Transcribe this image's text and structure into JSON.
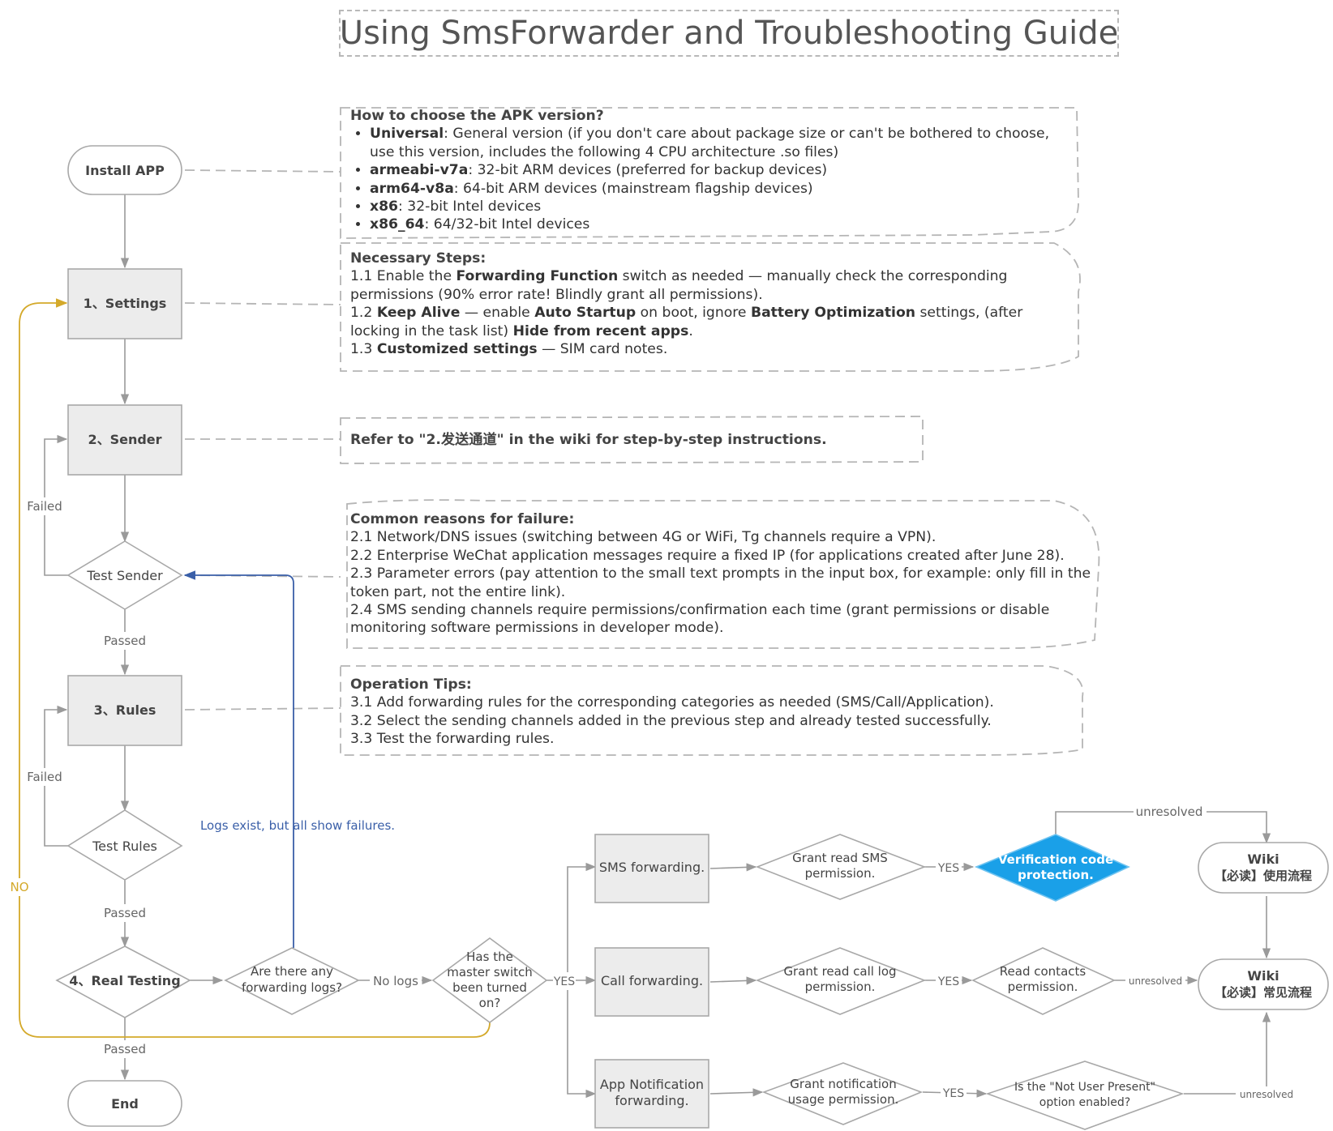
{
  "title": "Using SmsForwarder and Troubleshooting Guide",
  "nodes": {
    "install": "Install  APP",
    "settings": "1、Settings",
    "sender": "2、Sender",
    "test_sender": "Test Sender",
    "rules": "3、Rules",
    "test_rules": "Test Rules",
    "real_testing": "4、Real Testing",
    "end": "End",
    "any_logs": [
      "Are there any",
      "forwarding logs?"
    ],
    "master_switch": [
      "Has the",
      "master switch",
      "been turned",
      "on?"
    ],
    "sms_forwarding": "SMS forwarding.",
    "call_forwarding": "Call forwarding.",
    "app_forwarding": [
      "App Notification",
      "forwarding."
    ],
    "grant_sms": [
      "Grant read SMS",
      "permission."
    ],
    "grant_call": [
      "Grant read call log",
      "permission."
    ],
    "grant_notif": [
      "Grant notification",
      "usage permission."
    ],
    "verification": [
      "Verification code",
      "protection."
    ],
    "read_contacts": [
      "Read contacts",
      "permission."
    ],
    "not_user_present": [
      "Is the \"Not User Present\"",
      "option enabled?"
    ],
    "wiki1": [
      "Wiki",
      "【必读】使用流程"
    ],
    "wiki2": [
      "Wiki",
      "【必读】常见流程"
    ]
  },
  "edge_labels": {
    "failed": "Failed",
    "passed": "Passed",
    "no": "NO",
    "yes": "YES",
    "no_logs": "No logs",
    "logs_fail": "Logs exist, but all show failures.",
    "unresolved": "unresolved"
  },
  "notes": {
    "apk": {
      "heading": "How to choose the APK version?",
      "items": [
        {
          "bold": "Universal",
          "text": ": General version (if you don't care about package size or can't be bothered to choose, use this version, includes the following 4 CPU architecture .so files)"
        },
        {
          "bold": "armeabi-v7a",
          "text": ": 32-bit ARM devices (preferred for backup devices)"
        },
        {
          "bold": "arm64-v8a",
          "text": ": 64-bit ARM devices (mainstream flagship devices)"
        },
        {
          "bold": "x86",
          "text": ": 32-bit Intel devices"
        },
        {
          "bold": "x86_64",
          "text": ": 64/32-bit Intel devices"
        }
      ]
    },
    "steps": {
      "heading": "Necessary Steps:",
      "l1a": "1.1 Enable the ",
      "l1b": "Forwarding Function",
      "l1c": " switch as needed — manually check the corresponding permissions (90% error rate! Blindly grant all permissions).",
      "l2a": "1.2 ",
      "l2b": "Keep Alive",
      "l2c": " — enable ",
      "l2d": "Auto Startup",
      "l2e": " on boot, ignore ",
      "l2f": "Battery Optimization",
      "l2g": " settings, (after locking in the task list) ",
      "l2h": "Hide from recent apps",
      "l2i": ".",
      "l3a": "1.3 ",
      "l3b": "Customized settings",
      "l3c": " — SIM card notes."
    },
    "refer": "Refer to \"2.发送通道\" in the wiki for step-by-step instructions.",
    "failure": {
      "heading": "Common reasons for failure:",
      "lines": [
        "2.1 Network/DNS issues (switching between 4G or WiFi, Tg channels require a VPN).",
        "2.2 Enterprise WeChat application messages require a fixed IP (for applications created after June 28).",
        "2.3 Parameter errors (pay attention to the small text prompts in the input box, for example: only fill in the token part, not the entire link).",
        "2.4 SMS sending channels require permissions/confirmation each time (grant permissions or disable monitoring software permissions in developer mode)."
      ]
    },
    "tips": {
      "heading": "Operation Tips:",
      "lines": [
        "3.1 Add forwarding rules for the corresponding categories as needed (SMS/Call/Application).",
        "3.2 Select the sending channels added in the previous step and already tested successfully.",
        "3.3 Test the forwarding rules."
      ]
    }
  },
  "colors": {
    "blue_node": "#1aa0e8",
    "blue_edge": "#3a5fa8",
    "yellow_edge": "#d4a92a",
    "gray_fill": "#ececec",
    "stroke": "#9a9a9a"
  }
}
